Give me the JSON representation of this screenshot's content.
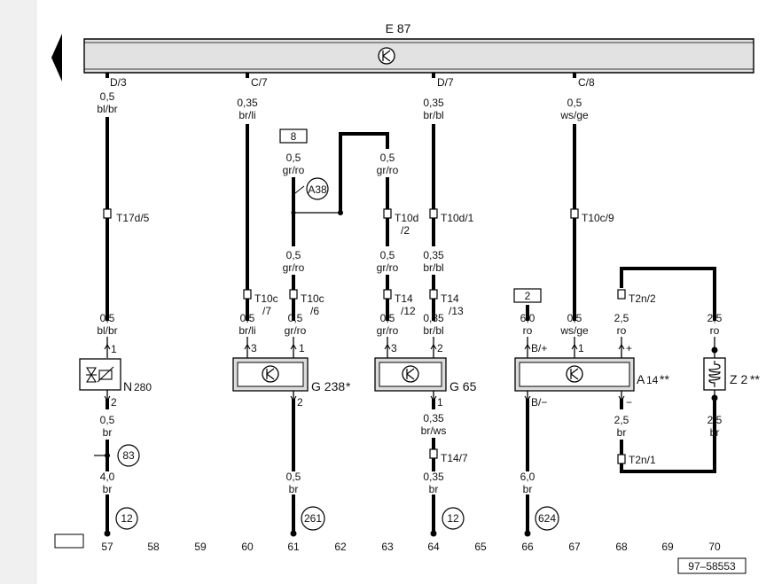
{
  "bus": {
    "title": "E 87"
  },
  "wires": [
    {
      "id": "w57",
      "conn": "D/3",
      "size_top": "0,5",
      "color_top": "bl/br",
      "tconn": "T17d/5",
      "size_bot": "0,5",
      "color_bot": "bl/br",
      "pin": "1"
    },
    {
      "id": "w60",
      "conn": "C/7",
      "size_top": "0,35",
      "color_top": "br/li",
      "tconn": "T10c",
      "tconn_sub": "/7",
      "size_bot": "0,5",
      "color_bot": "br/li",
      "pin": "3"
    },
    {
      "id": "w61",
      "box": "8",
      "size_top": "0,5",
      "color_top": "gr/ro",
      "node": "A38",
      "size_mid": "0,5",
      "color_mid": "gr/ro",
      "tconn": "T10c",
      "tconn_sub": "/6",
      "size_bot": "0,5",
      "color_bot": "gr/ro",
      "pin": "1"
    },
    {
      "id": "w63",
      "size_top": "0,5",
      "color_top": "gr/ro",
      "tconn": "T10d",
      "tconn_sub": "/2",
      "size_mid": "0,5",
      "color_mid": "gr/ro",
      "tconn2": "T14",
      "tconn2_sub": "/12",
      "size_bot": "0,5",
      "color_bot": "gr/ro",
      "pin": "3"
    },
    {
      "id": "w64",
      "conn": "D/7",
      "size_top": "0,35",
      "color_top": "br/bl",
      "tconn": "T10d/1",
      "size_mid": "0,35",
      "color_mid": "br/bl",
      "tconn2": "T14",
      "tconn2_sub": "/13",
      "size_bot": "0,35",
      "color_bot": "br/bl",
      "pin": "2"
    },
    {
      "id": "w67",
      "conn": "C/8",
      "size_top": "0,5",
      "color_top": "ws/ge",
      "tconn": "T10c/9",
      "size_bot": "0,5",
      "color_bot": "ws/ge",
      "pin": "1"
    }
  ],
  "box2": "2",
  "a14_top": {
    "size": "6,0",
    "color": "ro",
    "pin": "B/+"
  },
  "a14_plus": {
    "tconn": "T2n/2",
    "size": "2,5",
    "color": "ro",
    "pin": "+"
  },
  "z2_top": {
    "size": "2,5",
    "color": "ro"
  },
  "components": {
    "n280": "N",
    "n280_sub": "280",
    "g238": "G 238",
    "g238_mark": "*",
    "g65": "G 65",
    "a14": "A",
    "a14_sub": "14",
    "a14_mark": "**",
    "z2": "Z 2",
    "z2_mark": "**"
  },
  "lower": {
    "n280_pin": "2",
    "n280_size1": "0,5",
    "n280_color1": "br",
    "n280_node": "83",
    "n280_size2": "4,0",
    "n280_color2": "br",
    "n280_ground": "12",
    "g238_pin": "2",
    "g238_size": "0,5",
    "g238_color": "br",
    "g238_ground": "261",
    "g65_pin": "1",
    "g65_size1": "0,35",
    "g65_color1": "br/ws",
    "g65_tconn": "T14/7",
    "g65_size2": "0,35",
    "g65_color2": "br",
    "g65_ground": "12",
    "a14_pin": "B/−",
    "a14_size": "6,0",
    "a14_color": "br",
    "a14_ground": "624",
    "a14m_pin": "−",
    "a14m_size": "2,5",
    "a14m_color": "br",
    "a14m_tconn": "T2n/1",
    "z2_size": "2,5",
    "z2_color": "br"
  },
  "tracks": [
    "57",
    "58",
    "59",
    "60",
    "61",
    "62",
    "63",
    "64",
    "65",
    "66",
    "67",
    "68",
    "69",
    "70"
  ],
  "ref": "97–58553"
}
